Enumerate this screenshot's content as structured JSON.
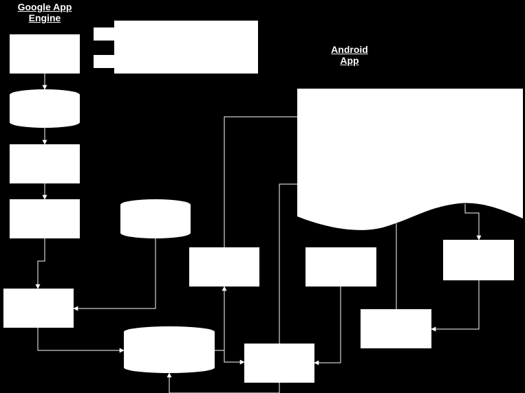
{
  "labels": {
    "gae_line1": "Google App",
    "gae_line2": "Engine",
    "android_line1": "Android",
    "android_line2": "App"
  },
  "colors": {
    "background": "#000000",
    "shape_fill": "#ffffff",
    "connector": "#ffffff"
  }
}
